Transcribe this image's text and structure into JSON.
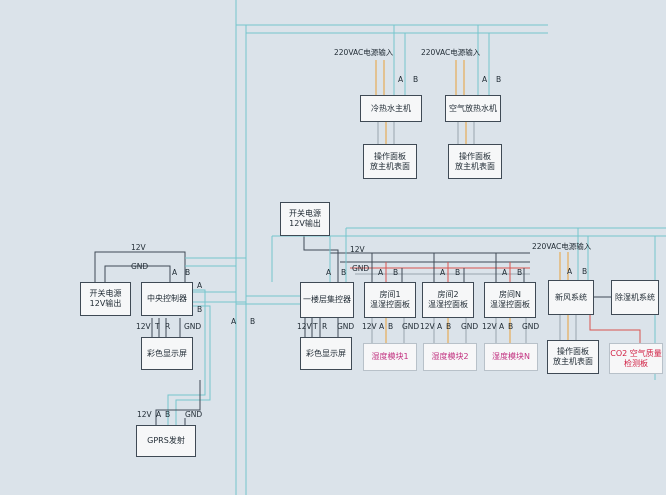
{
  "labels": {
    "power_in": "220VAC电源输入",
    "twelve_v": "12V",
    "gnd": "GND",
    "a": "A",
    "b": "B",
    "t": "T",
    "r": "R"
  },
  "boxes": {
    "cold_water_host": "冷热水主机",
    "air_heat_host": "空气放热水机",
    "panel_host_surface": "操作面板\n放主机表面",
    "switch_power_12v": "开关电源\n12V输出",
    "central_controller": "中央控制器",
    "color_display": "彩色显示屏",
    "gprs_transmitter": "GPRS发射",
    "floor_concentrator": "一楼层集控器",
    "room1_panel": "房间1\n温湿控面板",
    "room2_panel": "房间2\n温湿控面板",
    "roomN_panel": "房间N\n温湿控面板",
    "humidity_module_1": "湿度模块1",
    "humidity_module_2": "湿度模块2",
    "humidity_module_N": "湿度模块N",
    "fresh_air_system": "新风系统",
    "dehumidifier_system": "除湿机系统",
    "co2_sensor_board": "CO2 空气质量\n检测板"
  },
  "colors": {
    "wire_teal": "#74c6cc",
    "wire_dark": "#3f4a55",
    "wire_red": "#d9534f",
    "wire_orange": "#e9a23b",
    "wire_gray": "#9aa4ad",
    "module_pink": "#c2307f",
    "co2_red": "#d01c40"
  }
}
